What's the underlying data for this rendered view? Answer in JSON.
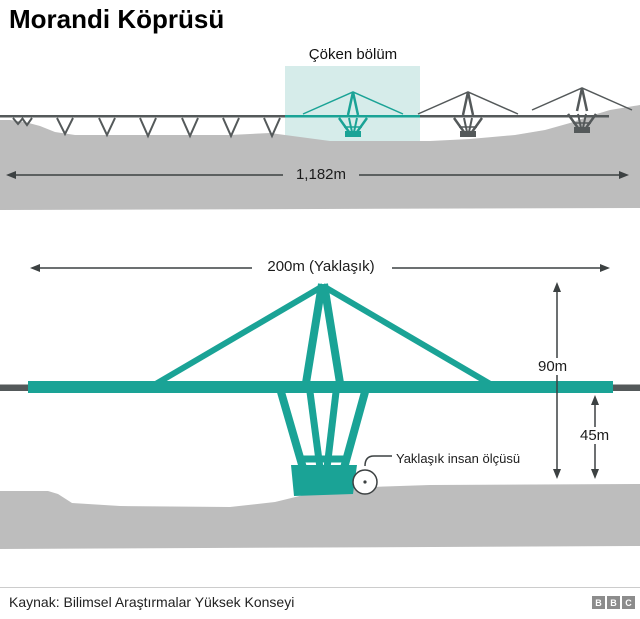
{
  "title": "Morandi Köprüsü",
  "overview": {
    "collapsed_label": "Çöken bölüm",
    "total_length": "1,182m"
  },
  "detail": {
    "span": "200m (Yaklaşık)",
    "tower_height": "90m",
    "deck_height": "45m",
    "human_scale": "Yaklaşık insan ölçüsü"
  },
  "footer": {
    "source": "Kaynak: Bilimsel Araştırmalar Yüksek Konseyi",
    "logo": [
      "B",
      "B",
      "C"
    ]
  },
  "colors": {
    "teal": "#1aa396",
    "highlight": "#d6ecea",
    "terrain": "#bdbdbd",
    "structure_dark": "#54595a",
    "dimension": "#3c4142"
  }
}
